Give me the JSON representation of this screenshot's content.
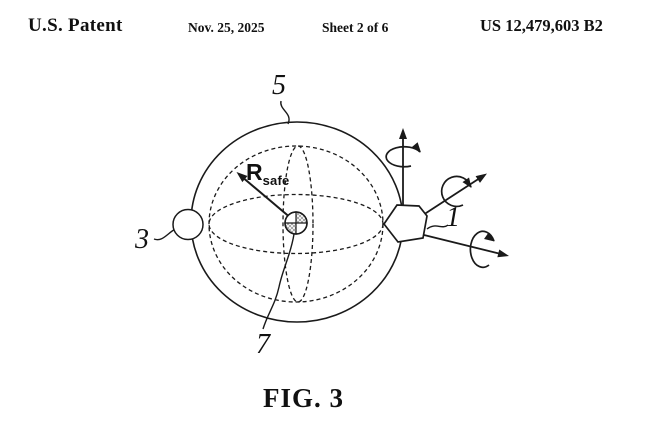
{
  "header": {
    "title": "U.S. Patent",
    "date": "Nov. 25, 2025",
    "sheet": "Sheet 2 of 6",
    "patent_number": "US 12,479,603 B2"
  },
  "figure": {
    "caption": "FIG. 3",
    "labels": {
      "ref5": "5",
      "ref3": "3",
      "ref7": "7",
      "ref1": "1",
      "radius_symbol": "R",
      "radius_subscript": "safe"
    },
    "colors": {
      "line": "#1a1a1a",
      "background": "#ffffff",
      "hatch": "#8a8a8a"
    }
  }
}
